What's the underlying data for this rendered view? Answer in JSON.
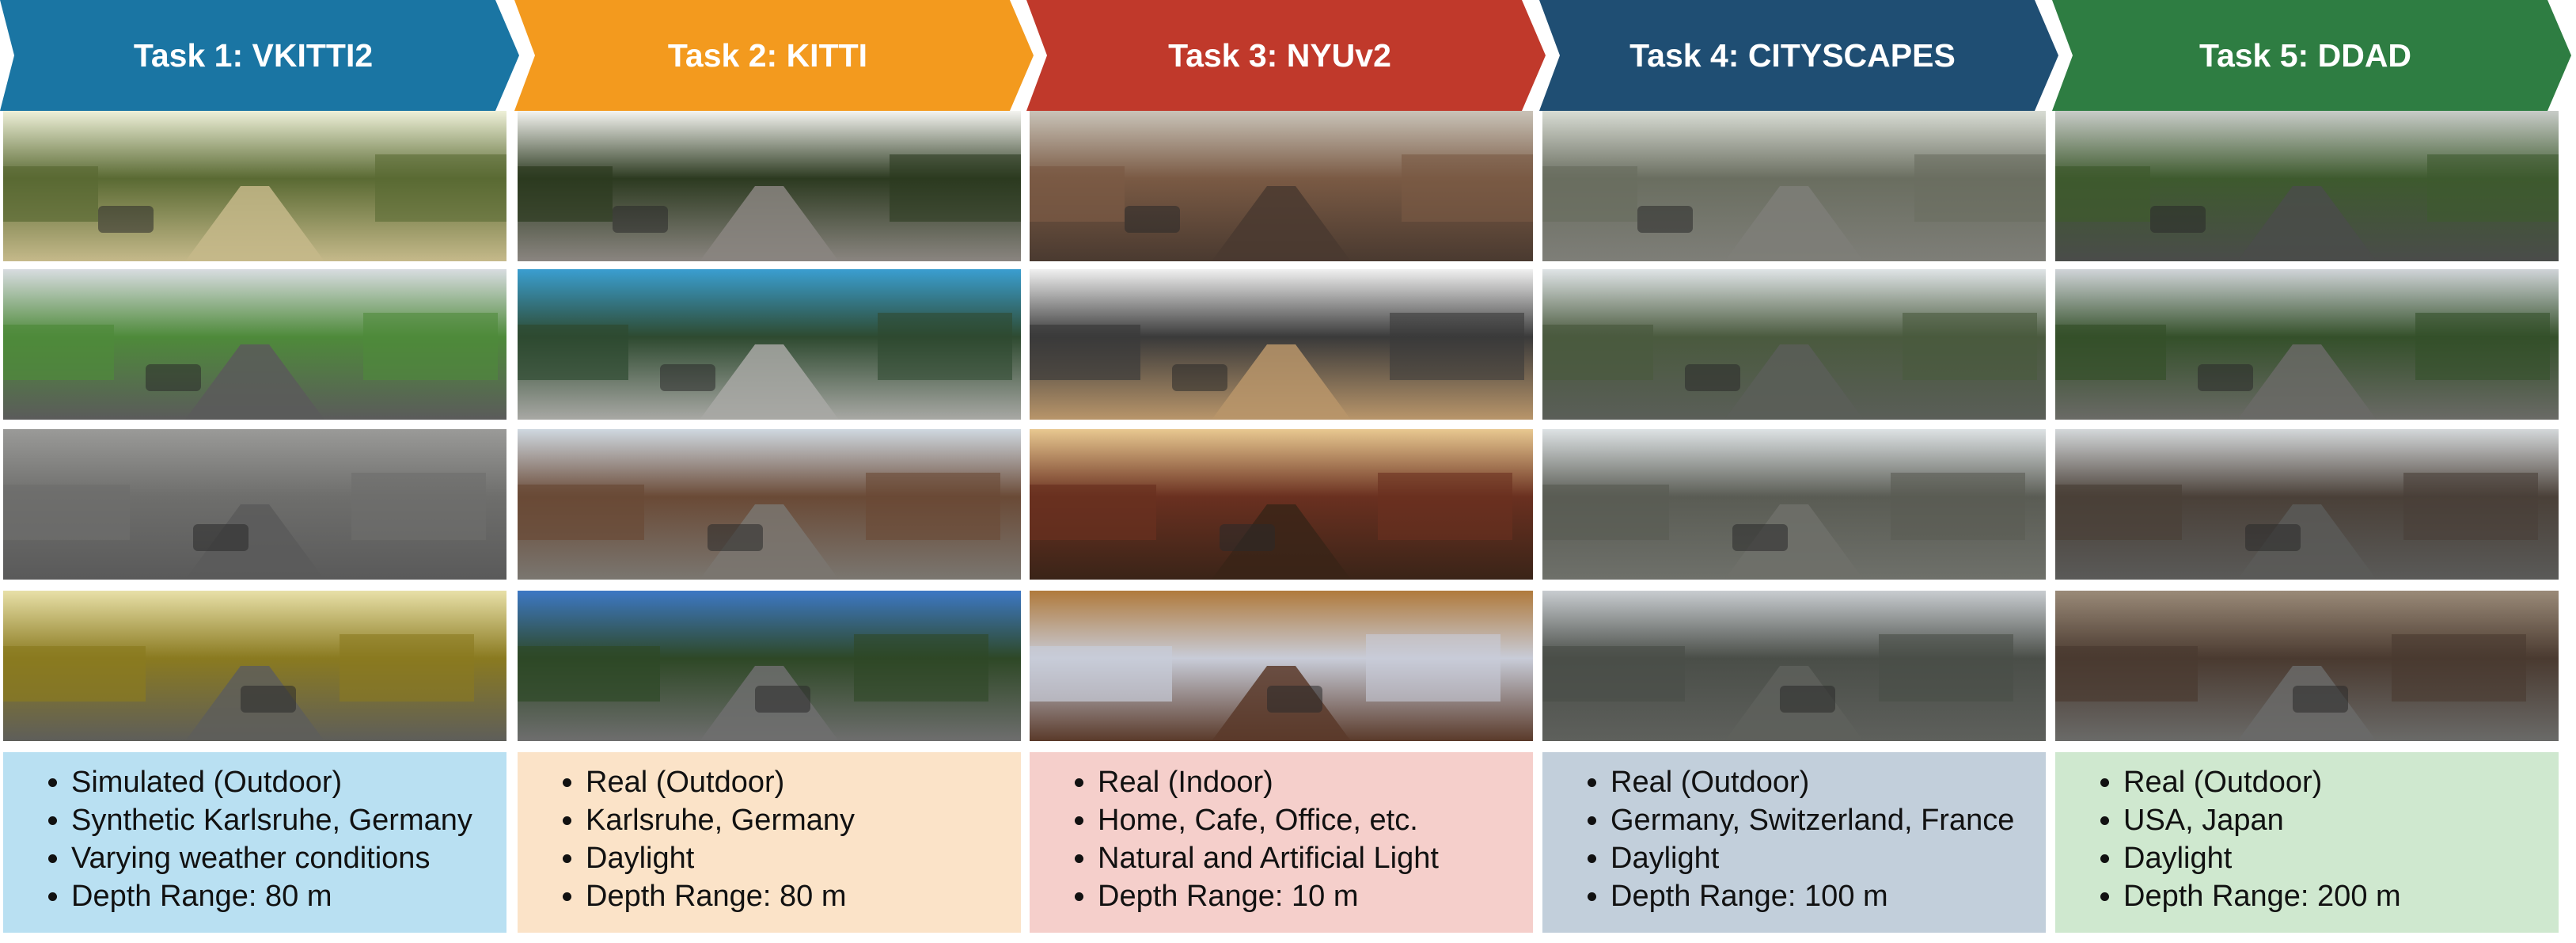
{
  "tasks": [
    {
      "title": "Task 1: VKITTI2",
      "header_color": "#1a75a3",
      "info_color": "#b9e0f2",
      "bullets": [
        "Simulated (Outdoor)",
        "Synthetic Karlsruhe, Germany",
        "Varying weather conditions",
        "Depth Range: 80 m"
      ],
      "photos": [
        {
          "sky": "#eef0d8",
          "mid": "#5a6a33",
          "ground": "#c5b98a"
        },
        {
          "sky": "#d8dce0",
          "mid": "#4e8a3a",
          "ground": "#5b5b5b"
        },
        {
          "sky": "#9a9a98",
          "mid": "#6e6e6c",
          "ground": "#5a5a5a"
        },
        {
          "sky": "#e8e0a8",
          "mid": "#8a7a20",
          "ground": "#5e5e5a"
        }
      ]
    },
    {
      "title": "Task 2: KITTI",
      "header_color": "#f39a1e",
      "info_color": "#fbe3c8",
      "bullets": [
        "Real (Outdoor)",
        "Karlsruhe, Germany",
        "Daylight",
        "Depth Range: 80 m"
      ],
      "photos": [
        {
          "sky": "#f4f4f0",
          "mid": "#2c3a20",
          "ground": "#8a8580"
        },
        {
          "sky": "#3a9ed0",
          "mid": "#2e4a30",
          "ground": "#a8a8a4"
        },
        {
          "sky": "#cfd8e0",
          "mid": "#6a4a36",
          "ground": "#7a7670"
        },
        {
          "sky": "#3d78c4",
          "mid": "#2e4826",
          "ground": "#6e6e6e"
        }
      ]
    },
    {
      "title": "Task 3: NYUv2",
      "header_color": "#c0392b",
      "info_color": "#f5cfcb",
      "bullets": [
        "Real (Indoor)",
        "Home, Cafe, Office, etc.",
        "Natural and Artificial Light",
        "Depth Range: 10 m"
      ],
      "photos": [
        {
          "sky": "#c9c3b8",
          "mid": "#7a5a44",
          "ground": "#4a3a30"
        },
        {
          "sky": "#f0f0f0",
          "mid": "#3a3a3a",
          "ground": "#b8956a"
        },
        {
          "sky": "#e8c890",
          "mid": "#6a3020",
          "ground": "#3a2418"
        },
        {
          "sky": "#b07a3c",
          "mid": "#c8ccd8",
          "ground": "#5a3a2a"
        }
      ]
    },
    {
      "title": "Task 4: CITYSCAPES",
      "header_color": "#1f4e73",
      "info_color": "#c2cfdb",
      "bullets": [
        "Real (Outdoor)",
        "Germany, Switzerland, France",
        "Daylight",
        "Depth Range: 100 m"
      ],
      "photos": [
        {
          "sky": "#d8dcd4",
          "mid": "#6a6e60",
          "ground": "#7e7e78"
        },
        {
          "sky": "#dfe4e6",
          "mid": "#4a5a3e",
          "ground": "#5a5e58"
        },
        {
          "sky": "#dde2e4",
          "mid": "#5a5c54",
          "ground": "#6e706a"
        },
        {
          "sky": "#c8ccd0",
          "mid": "#4a4e48",
          "ground": "#5e605c"
        }
      ]
    },
    {
      "title": "Task 5: DDAD",
      "header_color": "#2e7d42",
      "info_color": "#cfe8cf",
      "bullets": [
        "Real (Outdoor)",
        "USA, Japan",
        "Daylight",
        "Depth Range: 200 m"
      ],
      "photos": [
        {
          "sky": "#c8ccc8",
          "mid": "#3e5a2e",
          "ground": "#4a4c4a"
        },
        {
          "sky": "#d0d4d8",
          "mid": "#34502a",
          "ground": "#6a6a66"
        },
        {
          "sky": "#d4d8da",
          "mid": "#4a4038",
          "ground": "#5a5a58"
        },
        {
          "sky": "#9a8a78",
          "mid": "#4a3a30",
          "ground": "#6a6a68"
        }
      ]
    }
  ]
}
